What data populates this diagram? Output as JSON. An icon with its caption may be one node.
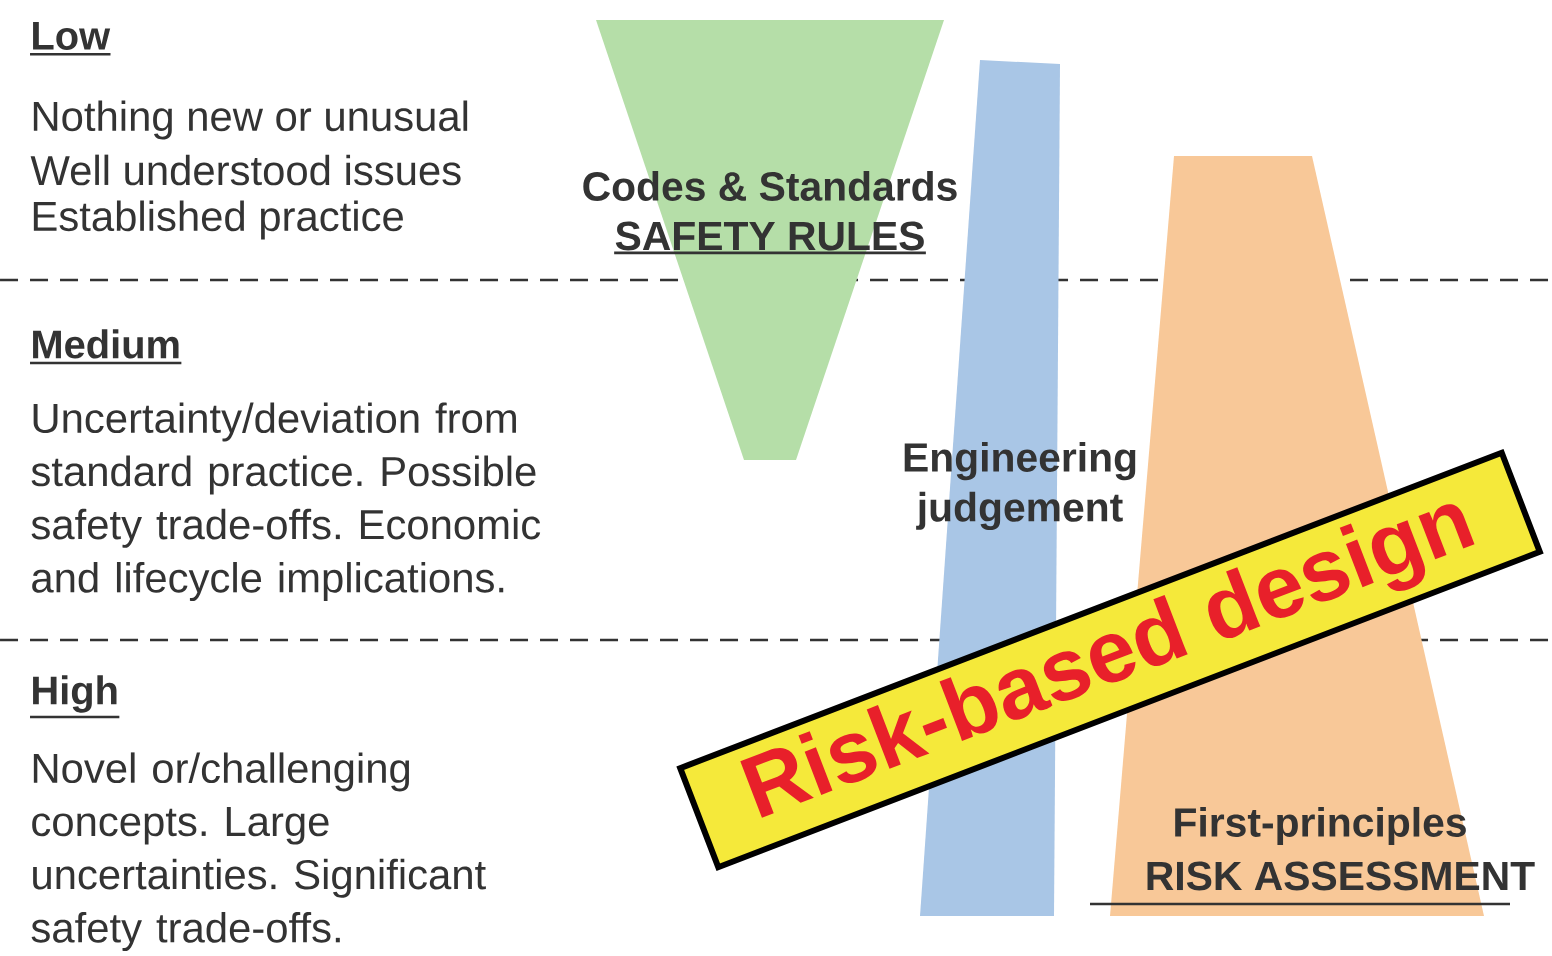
{
  "diagram": {
    "nodes": [
      {
        "text": [
          "Codes & Standards",
          "SAFETY RULES"
        ]
      },
      {
        "text": [
          "Engineering judgement"
        ]
      },
      {
        "text": [
          "First-principles",
          "RISK ASSESSMENT"
        ]
      },
      {
        "text": [
          "Risk-based design"
        ]
      }
    ],
    "labels": [
      "Low",
      "Nothing new or unusual",
      "Well understood issues",
      "Established practice",
      "Medium",
      "Uncertainty/deviation from standard practice. Possible safety trade-offs. Economic and lifecycle implications.",
      "High",
      "Novel or/challenging concepts. Large uncertainties. Significant safety trade-offs."
    ]
  }
}
